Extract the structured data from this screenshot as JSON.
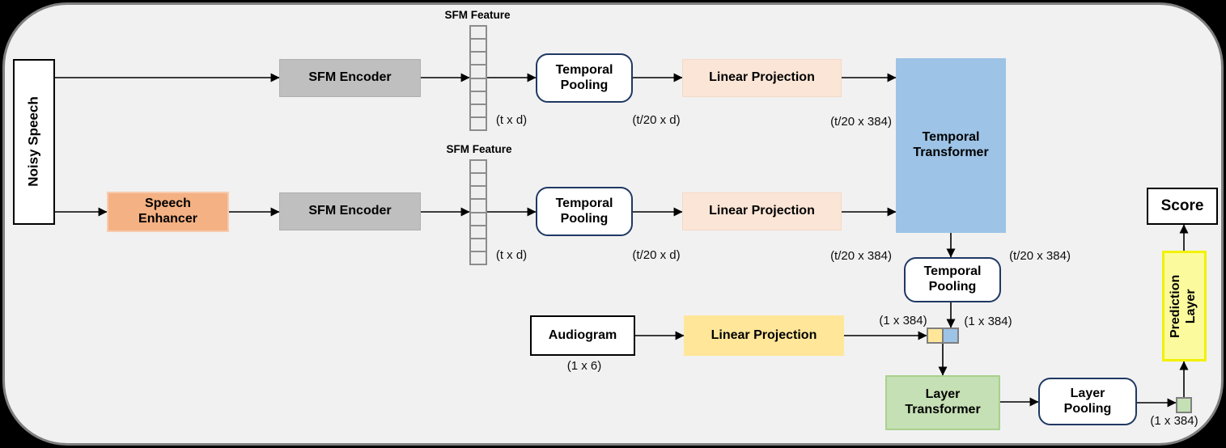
{
  "figure": {
    "type": "model-architecture-diagram",
    "colors": {
      "frame_bg": "#F1F1F1",
      "frame_border": "#7F7F7F",
      "outside": "#000000",
      "sfm_encoder": "#BFBFBF",
      "speech_enhancer": "#F4B183",
      "linear_projection_peach": "#FBE5D6",
      "linear_projection_yellow": "#FFE699",
      "temporal_transformer_blue": "#9DC3E6",
      "layer_transformer_green": "#C5E0B4",
      "pooling_border_navy": "#1F3864",
      "prediction_layer_fill": "#FBFB9E",
      "prediction_layer_border": "#F1F100"
    },
    "nodes": {
      "noisy_speech": {
        "label": "Noisy Speech"
      },
      "speech_enhancer": {
        "line1": "Speech",
        "line2": "Enhancer"
      },
      "sfm_encoder_top": {
        "label": "SFM Encoder"
      },
      "sfm_encoder_bottom": {
        "label": "SFM Encoder"
      },
      "sfm_feature_top": {
        "label": "SFM Feature",
        "dim": "(t x d)"
      },
      "sfm_feature_bottom": {
        "label": "SFM Feature",
        "dim": "(t x d)"
      },
      "temporal_pooling_top": {
        "line1": "Temporal",
        "line2": "Pooling",
        "out_dim": "(t/20 x d)"
      },
      "temporal_pooling_bottom": {
        "line1": "Temporal",
        "line2": "Pooling",
        "out_dim": "(t/20 x d)"
      },
      "linear_projection_top": {
        "label": "Linear Projection",
        "out_dim": "(t/20 x 384)"
      },
      "linear_projection_bottom": {
        "label": "Linear Projection",
        "out_dim": "(t/20 x 384)"
      },
      "temporal_transformer": {
        "line1": "Temporal",
        "line2": "Transformer",
        "out_dim": "(t/20 x 384)"
      },
      "temporal_pooling_final": {
        "line1": "Temporal",
        "line2": "Pooling",
        "out_dim_left": "(1 x 384)",
        "out_dim_right": "(1 x 384)"
      },
      "audiogram": {
        "label": "Audiogram",
        "dim": "(1 x 6)"
      },
      "linear_projection_audiogram": {
        "label": "Linear Projection"
      },
      "layer_transformer": {
        "line1": "Layer",
        "line2": "Transformer"
      },
      "layer_pooling": {
        "line1": "Layer",
        "line2": "Pooling",
        "out_dim": "(1 x 384)"
      },
      "prediction_layer": {
        "line1": "Prediction",
        "line2": "Layer"
      },
      "score": {
        "label": "Score"
      }
    }
  }
}
